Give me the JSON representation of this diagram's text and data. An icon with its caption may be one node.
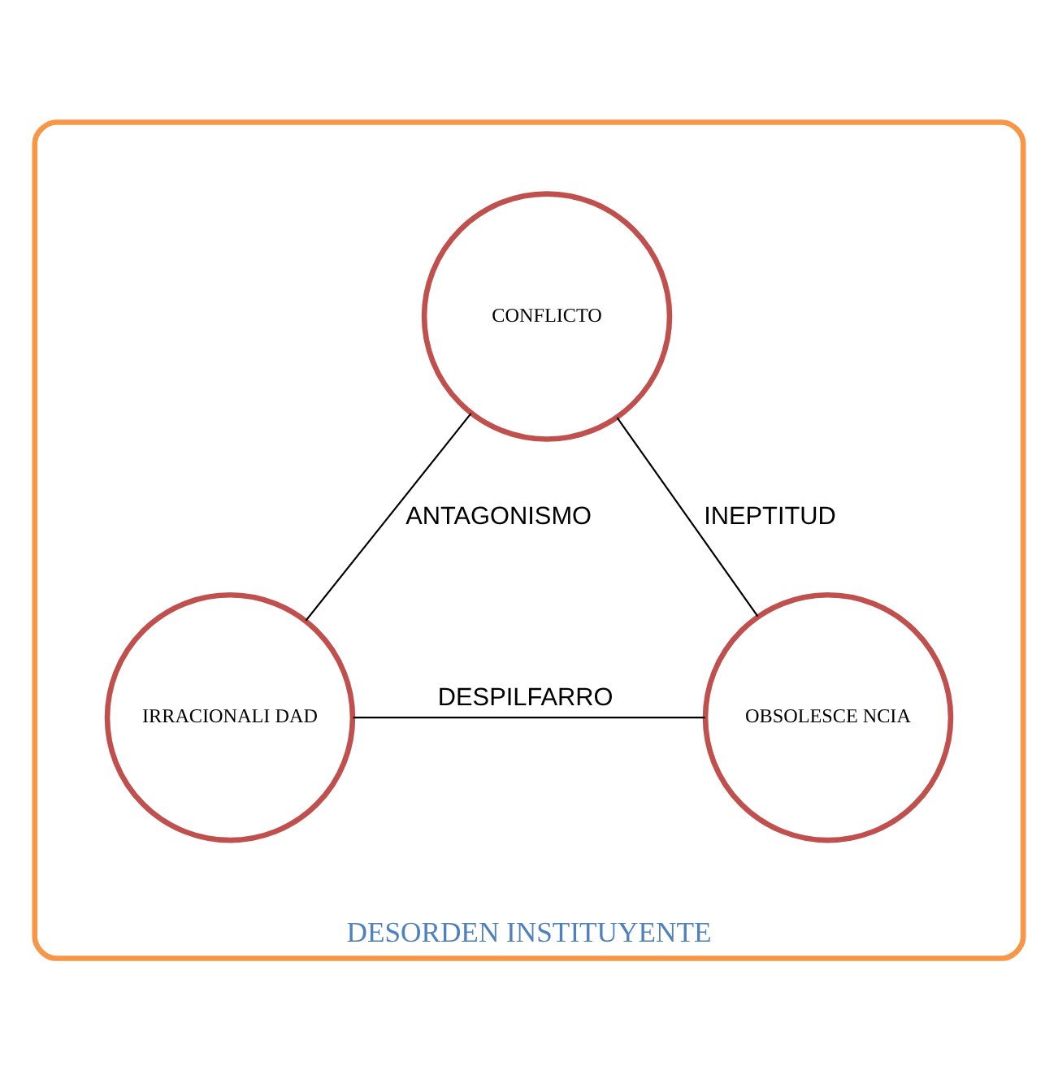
{
  "diagram": {
    "nodes": [
      {
        "text": [
          "DESORDEN INSTITUYENTE"
        ]
      },
      {
        "text": [
          "CONFLICTO"
        ],
        "in": 0
      },
      {
        "text": [
          "IRRACIONALI DAD"
        ],
        "in": 0
      },
      {
        "text": [
          "OBSOLESCE NCIA"
        ],
        "in": 0
      }
    ],
    "edges": [
      {
        "from": 1,
        "to": 2,
        "arrow": "none",
        "label": "ANTAGONISMO"
      },
      {
        "from": 1,
        "to": 3,
        "arrow": "none",
        "label": "INEPTITUD"
      },
      {
        "from": 2,
        "to": 3,
        "arrow": "none",
        "label": "DESPILFARRO"
      }
    ]
  }
}
